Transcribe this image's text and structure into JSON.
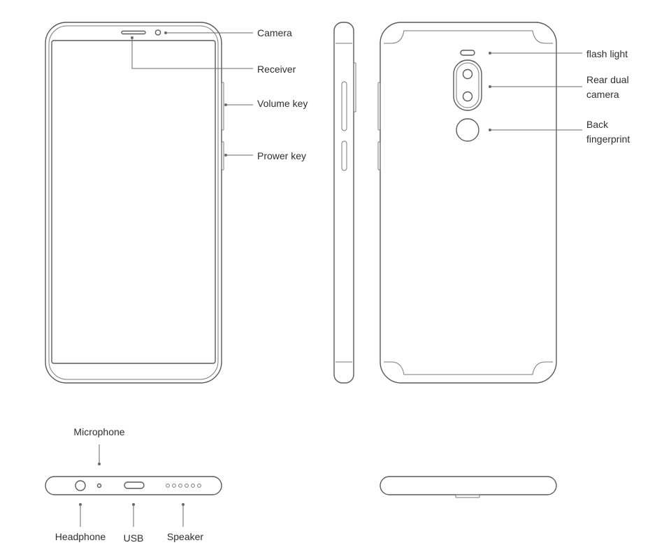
{
  "labels": {
    "camera": "Camera",
    "receiver": "Receiver",
    "volume_key": "Volume key",
    "power_key": "Prower key",
    "flash_light": "flash light",
    "rear_dual_camera_line1": "Rear dual",
    "rear_dual_camera_line2": "camera",
    "back_fingerprint_line1": "Back",
    "back_fingerprint_line2": "fingerprint",
    "microphone": "Microphone",
    "headphone": "Headphone",
    "usb": "USB",
    "speaker": "Speaker"
  },
  "colors": {
    "line": "#5a5a5a",
    "text": "#2e2e2e",
    "background": "#ffffff"
  }
}
